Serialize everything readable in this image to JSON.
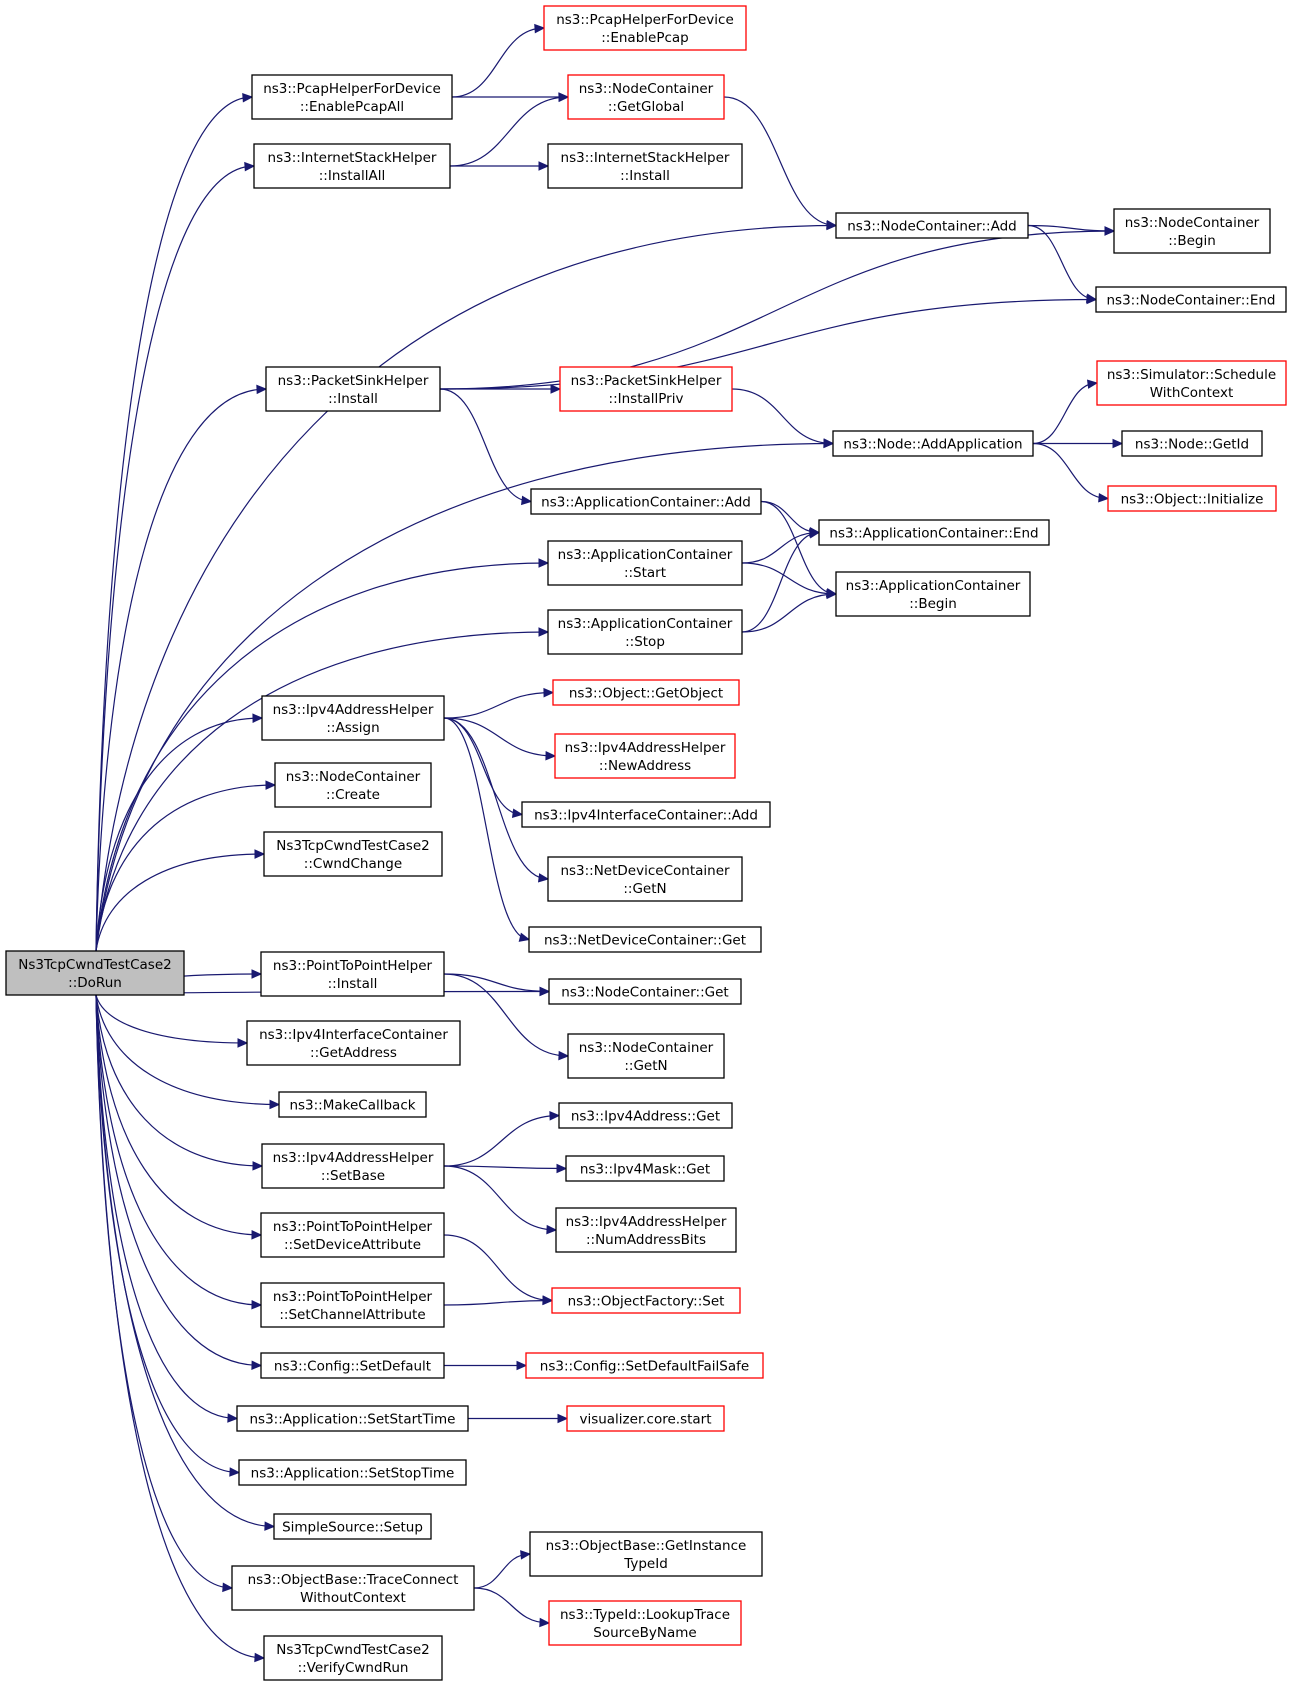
{
  "graph": {
    "nodes": [
      {
        "id": "root",
        "lines": [
          "Ns3TcpCwndTestCase2",
          "::DoRun"
        ],
        "style": "root"
      },
      {
        "id": "pcapAll",
        "lines": [
          "ns3::PcapHelperForDevice",
          "::EnablePcapAll"
        ],
        "style": "black"
      },
      {
        "id": "pcap",
        "lines": [
          "ns3::PcapHelperForDevice",
          "::EnablePcap"
        ],
        "style": "red"
      },
      {
        "id": "ncGetGlobal",
        "lines": [
          "ns3::NodeContainer",
          "::GetGlobal"
        ],
        "style": "red"
      },
      {
        "id": "ishInstallAll",
        "lines": [
          "ns3::InternetStackHelper",
          "::InstallAll"
        ],
        "style": "black"
      },
      {
        "id": "ishInstall",
        "lines": [
          "ns3::InternetStackHelper",
          "::Install"
        ],
        "style": "black"
      },
      {
        "id": "ncAdd",
        "lines": [
          "ns3::NodeContainer::Add"
        ],
        "style": "black"
      },
      {
        "id": "ncBegin",
        "lines": [
          "ns3::NodeContainer",
          "::Begin"
        ],
        "style": "black"
      },
      {
        "id": "ncEnd",
        "lines": [
          "ns3::NodeContainer::End"
        ],
        "style": "black"
      },
      {
        "id": "pshInstall",
        "lines": [
          "ns3::PacketSinkHelper",
          "::Install"
        ],
        "style": "black"
      },
      {
        "id": "pshInstallPriv",
        "lines": [
          "ns3::PacketSinkHelper",
          "::InstallPriv"
        ],
        "style": "red"
      },
      {
        "id": "simSchedule",
        "lines": [
          "ns3::Simulator::Schedule",
          "WithContext"
        ],
        "style": "red"
      },
      {
        "id": "nodeAddApp",
        "lines": [
          "ns3::Node::AddApplication"
        ],
        "style": "black"
      },
      {
        "id": "nodeGetId",
        "lines": [
          "ns3::Node::GetId"
        ],
        "style": "black"
      },
      {
        "id": "objInit",
        "lines": [
          "ns3::Object::Initialize"
        ],
        "style": "red"
      },
      {
        "id": "acAdd",
        "lines": [
          "ns3::ApplicationContainer::Add"
        ],
        "style": "black"
      },
      {
        "id": "acEnd",
        "lines": [
          "ns3::ApplicationContainer::End"
        ],
        "style": "black"
      },
      {
        "id": "acStart",
        "lines": [
          "ns3::ApplicationContainer",
          "::Start"
        ],
        "style": "black"
      },
      {
        "id": "acBegin",
        "lines": [
          "ns3::ApplicationContainer",
          "::Begin"
        ],
        "style": "black"
      },
      {
        "id": "acStop",
        "lines": [
          "ns3::ApplicationContainer",
          "::Stop"
        ],
        "style": "black"
      },
      {
        "id": "ipv4Assign",
        "lines": [
          "ns3::Ipv4AddressHelper",
          "::Assign"
        ],
        "style": "black"
      },
      {
        "id": "objGetObject",
        "lines": [
          "ns3::Object::GetObject"
        ],
        "style": "red"
      },
      {
        "id": "ipv4NewAddr",
        "lines": [
          "ns3::Ipv4AddressHelper",
          "::NewAddress"
        ],
        "style": "red"
      },
      {
        "id": "ncCreate",
        "lines": [
          "ns3::NodeContainer",
          "::Create"
        ],
        "style": "black"
      },
      {
        "id": "iicAdd",
        "lines": [
          "ns3::Ipv4InterfaceContainer::Add"
        ],
        "style": "black"
      },
      {
        "id": "cwndChange",
        "lines": [
          "Ns3TcpCwndTestCase2",
          "::CwndChange"
        ],
        "style": "black"
      },
      {
        "id": "ndcGetN",
        "lines": [
          "ns3::NetDeviceContainer",
          "::GetN"
        ],
        "style": "black"
      },
      {
        "id": "ndcGet",
        "lines": [
          "ns3::NetDeviceContainer::Get"
        ],
        "style": "black"
      },
      {
        "id": "p2pInstall",
        "lines": [
          "ns3::PointToPointHelper",
          "::Install"
        ],
        "style": "black"
      },
      {
        "id": "ncGet",
        "lines": [
          "ns3::NodeContainer::Get"
        ],
        "style": "black"
      },
      {
        "id": "iicGetAddr",
        "lines": [
          "ns3::Ipv4InterfaceContainer",
          "::GetAddress"
        ],
        "style": "black"
      },
      {
        "id": "ncGetN",
        "lines": [
          "ns3::NodeContainer",
          "::GetN"
        ],
        "style": "black"
      },
      {
        "id": "makeCallback",
        "lines": [
          "ns3::MakeCallback"
        ],
        "style": "black"
      },
      {
        "id": "ipv4Get",
        "lines": [
          "ns3::Ipv4Address::Get"
        ],
        "style": "black"
      },
      {
        "id": "ipv4SetBase",
        "lines": [
          "ns3::Ipv4AddressHelper",
          "::SetBase"
        ],
        "style": "black"
      },
      {
        "id": "maskGet",
        "lines": [
          "ns3::Ipv4Mask::Get"
        ],
        "style": "black"
      },
      {
        "id": "numAddrBits",
        "lines": [
          "ns3::Ipv4AddressHelper",
          "::NumAddressBits"
        ],
        "style": "black"
      },
      {
        "id": "p2pSetDev",
        "lines": [
          "ns3::PointToPointHelper",
          "::SetDeviceAttribute"
        ],
        "style": "black"
      },
      {
        "id": "ofSet",
        "lines": [
          "ns3::ObjectFactory::Set"
        ],
        "style": "red"
      },
      {
        "id": "p2pSetChan",
        "lines": [
          "ns3::PointToPointHelper",
          "::SetChannelAttribute"
        ],
        "style": "black"
      },
      {
        "id": "cfgSetDefault",
        "lines": [
          "ns3::Config::SetDefault"
        ],
        "style": "black"
      },
      {
        "id": "cfgFailSafe",
        "lines": [
          "ns3::Config::SetDefaultFailSafe"
        ],
        "style": "red"
      },
      {
        "id": "appStartTime",
        "lines": [
          "ns3::Application::SetStartTime"
        ],
        "style": "black"
      },
      {
        "id": "vizStart",
        "lines": [
          "visualizer.core.start"
        ],
        "style": "red"
      },
      {
        "id": "appStopTime",
        "lines": [
          "ns3::Application::SetStopTime"
        ],
        "style": "black"
      },
      {
        "id": "simpleSetup",
        "lines": [
          "SimpleSource::Setup"
        ],
        "style": "black"
      },
      {
        "id": "obGetInstTid",
        "lines": [
          "ns3::ObjectBase::GetInstance",
          "TypeId"
        ],
        "style": "black"
      },
      {
        "id": "obTraceConnect",
        "lines": [
          "ns3::ObjectBase::TraceConnect",
          "WithoutContext"
        ],
        "style": "black"
      },
      {
        "id": "tidLookup",
        "lines": [
          "ns3::TypeId::LookupTrace",
          "SourceByName"
        ],
        "style": "red"
      },
      {
        "id": "verifyCwnd",
        "lines": [
          "Ns3TcpCwndTestCase2",
          "::VerifyCwndRun"
        ],
        "style": "black"
      }
    ],
    "edges": [
      [
        "root",
        "pcapAll"
      ],
      [
        "root",
        "ishInstallAll"
      ],
      [
        "root",
        "ncAdd"
      ],
      [
        "root",
        "pshInstall"
      ],
      [
        "root",
        "nodeAddApp"
      ],
      [
        "root",
        "acStart"
      ],
      [
        "root",
        "acStop"
      ],
      [
        "root",
        "ipv4Assign"
      ],
      [
        "root",
        "ncCreate"
      ],
      [
        "root",
        "cwndChange"
      ],
      [
        "root",
        "ncGet"
      ],
      [
        "root",
        "p2pInstall"
      ],
      [
        "root",
        "iicGetAddr"
      ],
      [
        "root",
        "makeCallback"
      ],
      [
        "root",
        "ipv4SetBase"
      ],
      [
        "root",
        "p2pSetDev"
      ],
      [
        "root",
        "p2pSetChan"
      ],
      [
        "root",
        "cfgSetDefault"
      ],
      [
        "root",
        "appStartTime"
      ],
      [
        "root",
        "appStopTime"
      ],
      [
        "root",
        "simpleSetup"
      ],
      [
        "root",
        "obTraceConnect"
      ],
      [
        "root",
        "verifyCwnd"
      ],
      [
        "pcapAll",
        "pcap"
      ],
      [
        "pcapAll",
        "ncGetGlobal"
      ],
      [
        "ishInstallAll",
        "ncGetGlobal"
      ],
      [
        "ishInstallAll",
        "ishInstall"
      ],
      [
        "ncGetGlobal",
        "ncAdd"
      ],
      [
        "ncAdd",
        "ncBegin"
      ],
      [
        "ncAdd",
        "ncEnd"
      ],
      [
        "pshInstall",
        "ncBegin"
      ],
      [
        "pshInstall",
        "ncEnd"
      ],
      [
        "pshInstall",
        "pshInstallPriv"
      ],
      [
        "pshInstall",
        "acAdd"
      ],
      [
        "pshInstallPriv",
        "nodeAddApp"
      ],
      [
        "nodeAddApp",
        "simSchedule"
      ],
      [
        "nodeAddApp",
        "nodeGetId"
      ],
      [
        "nodeAddApp",
        "objInit"
      ],
      [
        "acAdd",
        "acEnd"
      ],
      [
        "acAdd",
        "acBegin"
      ],
      [
        "acStart",
        "acEnd"
      ],
      [
        "acStart",
        "acBegin"
      ],
      [
        "acStop",
        "acEnd"
      ],
      [
        "acStop",
        "acBegin"
      ],
      [
        "ipv4Assign",
        "objGetObject"
      ],
      [
        "ipv4Assign",
        "ipv4NewAddr"
      ],
      [
        "ipv4Assign",
        "iicAdd"
      ],
      [
        "ipv4Assign",
        "ndcGetN"
      ],
      [
        "ipv4Assign",
        "ndcGet"
      ],
      [
        "p2pInstall",
        "ncGet"
      ],
      [
        "p2pInstall",
        "ncGetN"
      ],
      [
        "ipv4SetBase",
        "ipv4Get"
      ],
      [
        "ipv4SetBase",
        "maskGet"
      ],
      [
        "ipv4SetBase",
        "numAddrBits"
      ],
      [
        "p2pSetDev",
        "ofSet"
      ],
      [
        "p2pSetChan",
        "ofSet"
      ],
      [
        "cfgSetDefault",
        "cfgFailSafe"
      ],
      [
        "appStartTime",
        "vizStart"
      ],
      [
        "obTraceConnect",
        "obGetInstTid"
      ],
      [
        "obTraceConnect",
        "tidLookup"
      ]
    ]
  }
}
